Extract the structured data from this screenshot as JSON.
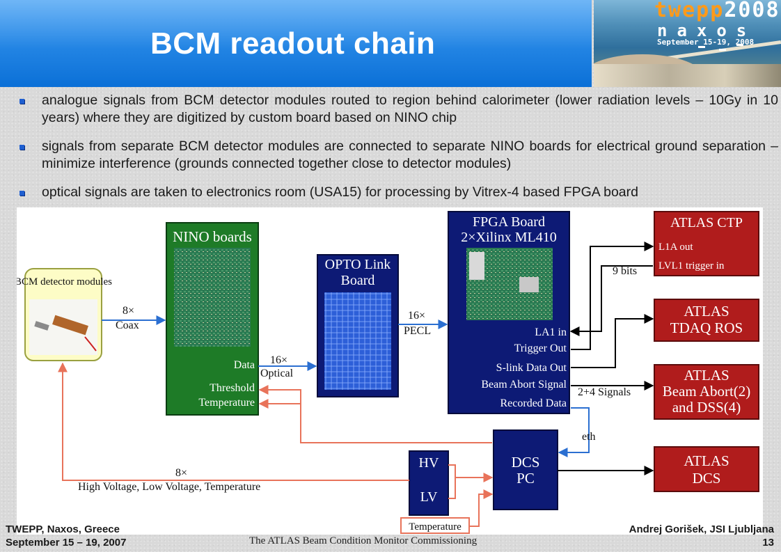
{
  "slide": {
    "title": "BCM readout chain",
    "logo": {
      "line1_part1": "twepp",
      "line1_part2": "2008",
      "line2": "naxos",
      "line3": "September 15-19, 2008"
    },
    "bullets": [
      "analogue signals from BCM detector modules routed to region behind calorimeter (lower radiation levels – 10Gy in 10 years) where they are digitized by custom board based on NINO chip",
      "signals from separate BCM detector modules are connected to separate NINO boards for electrical ground separation – minimize interference (grounds connected together close to detector modules)",
      "optical signals are taken to electronics room (USA15) for processing by Vitrex-4 based FPGA board"
    ],
    "footer": {
      "left_line1": "TWEPP, Naxos, Greece",
      "left_line2": "September 15 – 19, 2007",
      "center": "The ATLAS Beam Condition Monitor Commissioning",
      "right_line1": "Andrej Gorišek, JSI Ljubljana",
      "page": "13"
    }
  },
  "diagram": {
    "bcm_modules": "BCM detector modules",
    "nino": {
      "title": "NINO boards",
      "data": "Data",
      "threshold": "Threshold",
      "temperature": "Temperature"
    },
    "opto": {
      "title_line1": "OPTO Link",
      "title_line2": "Board"
    },
    "fpga": {
      "title_line1": "FPGA Board",
      "title_line2": "2×Xilinx ML410",
      "la1_in": "LA1 in",
      "trigger_out": "Trigger Out",
      "slink": "S-link Data Out",
      "beam_abort": "Beam Abort Signal",
      "recorded": "Recorded Data"
    },
    "ctp": {
      "title": "ATLAS CTP",
      "l1a_out": "L1A out",
      "lvl1_in": "LVL1 trigger in"
    },
    "tdaq": {
      "line1": "ATLAS",
      "line2": "TDAQ ROS"
    },
    "abort": {
      "line1": "ATLAS",
      "line2": "Beam Abort(2)",
      "line3": "and DSS(4)"
    },
    "dcs_pc": {
      "line1": "DCS",
      "line2": "PC"
    },
    "atlas_dcs": {
      "line1": "ATLAS",
      "line2": "DCS"
    },
    "hv": "HV",
    "lv": "LV",
    "temperature_label": "Temperature",
    "labels": {
      "coax_n": "8×",
      "coax": "Coax",
      "optical_n": "16×",
      "optical": "Optical",
      "pecl_n": "16×",
      "pecl": "PECL",
      "bits": "9 bits",
      "signals": "2+4 Signals",
      "eth": "eth",
      "hv_n": "8×",
      "hv_lv_temp": "High Voltage, Low Voltage, Temperature"
    },
    "colors": {
      "nino": "#1e7b27",
      "opto": "#0d1a75",
      "fpga": "#0d1a75",
      "atlas": "#b01c1c",
      "dcs": "#0d1a75",
      "red_arrow": "#e8735a",
      "blue_arrow": "#2b6fd1"
    }
  }
}
